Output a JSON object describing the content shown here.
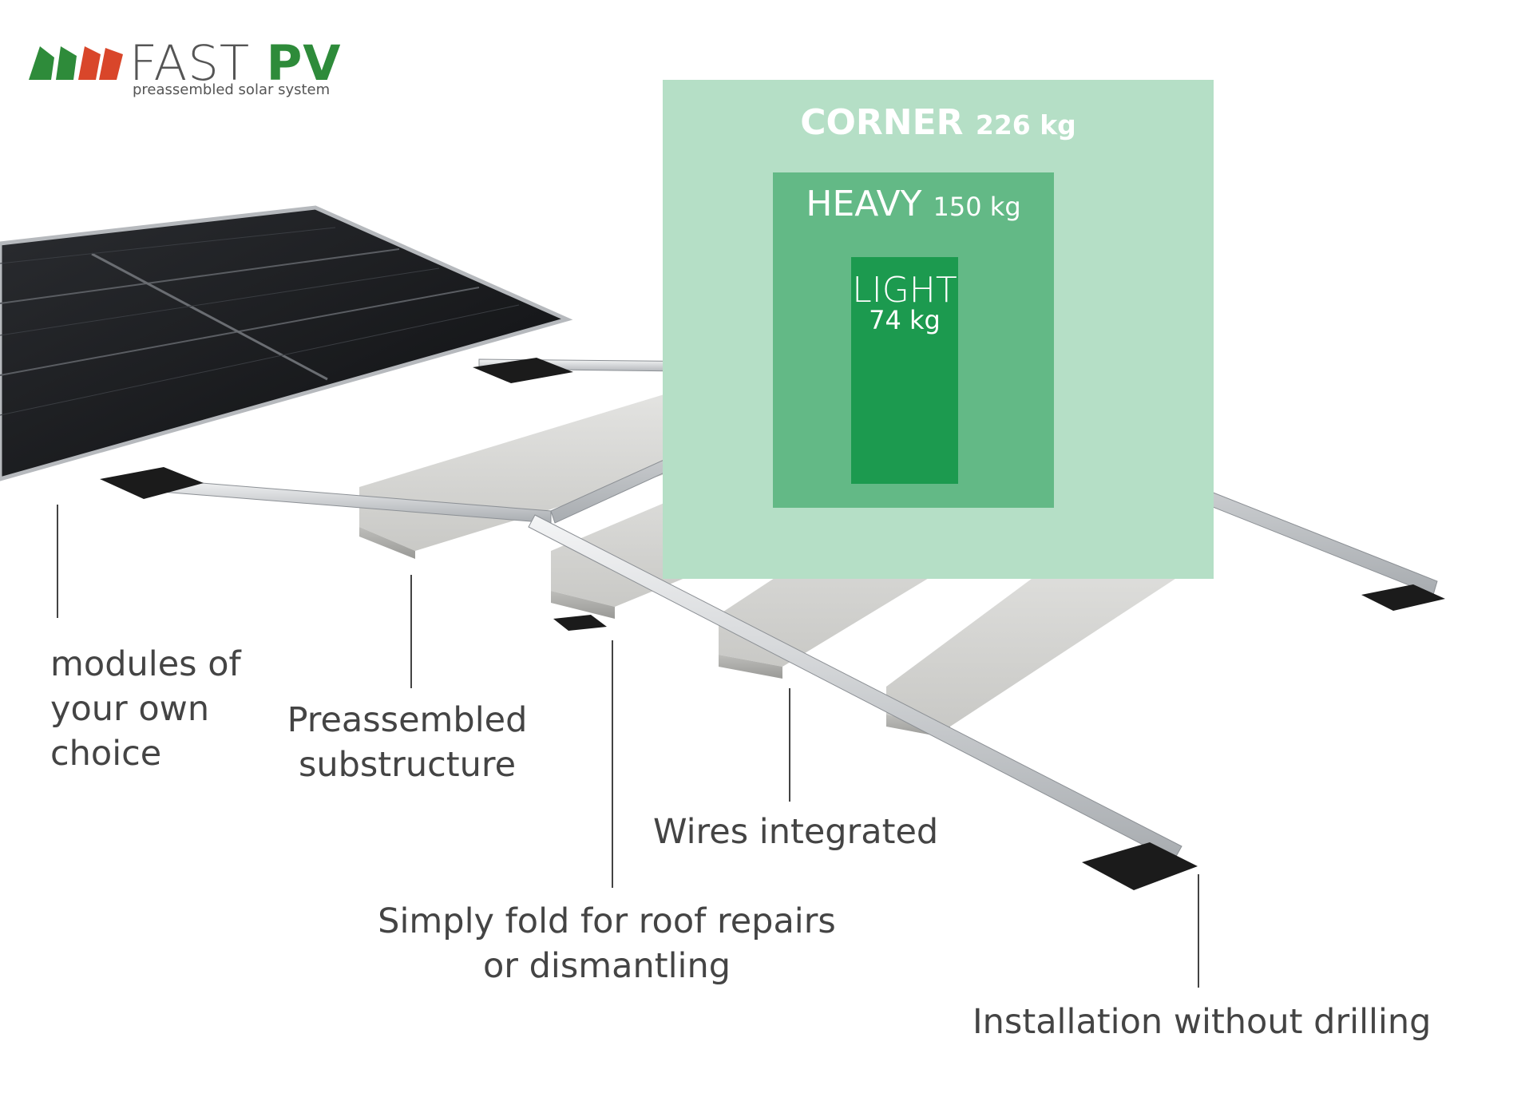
{
  "brand": {
    "name_light": "FAST",
    "name_bold": "PV",
    "tagline": "preassembled solar system",
    "colors": {
      "green": "#2e8b3a",
      "red": "#d9462a",
      "gray": "#555555"
    }
  },
  "weights": {
    "corner": {
      "label": "CORNER",
      "value": "226 kg",
      "color": "#b5dfc6"
    },
    "heavy": {
      "label": "HEAVY",
      "value": "150 kg",
      "color": "#63b986"
    },
    "light": {
      "label": "LIGHT",
      "value": "74 kg",
      "color": "#1c9a4f"
    }
  },
  "callouts": {
    "modules": [
      "modules of",
      "your own",
      "choice"
    ],
    "substructure": [
      "Preassembled",
      "substructure"
    ],
    "fold": [
      "Simply fold for roof repairs",
      "or dismantling"
    ],
    "wires": "Wires integrated",
    "installation": "Installation without drilling"
  }
}
